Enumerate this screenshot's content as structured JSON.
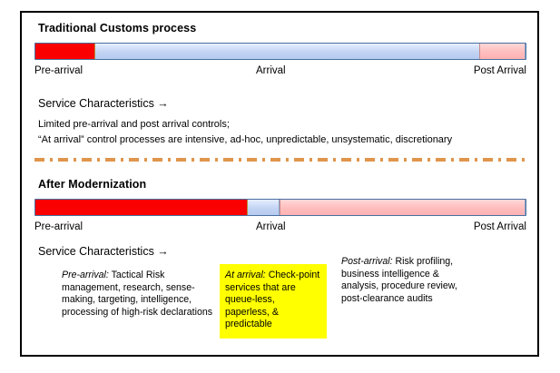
{
  "slide": {
    "sections": [
      {
        "id": "traditional",
        "title": "Traditional Customs process",
        "bar": {
          "segments": [
            {
              "name": "pre-arrival",
              "color": "#fb0000",
              "percent": 12.2
            },
            {
              "name": "arrival",
              "color": "#c3d4f3",
              "percent": 78.3
            },
            {
              "name": "post-arrival",
              "color": "#ffbdbd",
              "percent": 9.5
            }
          ]
        },
        "axis": {
          "pre_arrival": "Pre-arrival",
          "arrival": "Arrival",
          "post_arrival": "Post Arrival"
        },
        "characteristics_heading": "Service Characteristics →",
        "characteristics_lines": [
          "Limited pre-arrival and post arrival controls;",
          "“At arrival” control processes are intensive, ad-hoc, unpredictable, unsystematic, discretionary"
        ]
      },
      {
        "id": "modernized",
        "title": "After Modernization",
        "bar": {
          "segments": [
            {
              "name": "pre-arrival",
              "color": "#fb0000",
              "percent": 43.3
            },
            {
              "name": "arrival",
              "color": "#c3d4f3",
              "percent": 6.5
            },
            {
              "name": "post-arrival",
              "color": "#ffbdbd",
              "percent": 50.2
            }
          ]
        },
        "axis": {
          "pre_arrival": "Pre-arrival",
          "arrival": "Arrival",
          "post_arrival": "Post Arrival"
        },
        "characteristics_heading": "Service Characteristics →",
        "columns": [
          {
            "id": "pre-arrival",
            "label": "Pre-arrival:",
            "text": " Tactical Risk management, research, sense-making, targeting, intelligence, processing of high-risk declarations",
            "highlight": false
          },
          {
            "id": "at-arrival",
            "label": "At arrival:",
            "text": " Check-point services that are queue-less, paperless, & predictable",
            "highlight": true,
            "highlight_color": "#ffff00"
          },
          {
            "id": "post-arrival",
            "label": "Post-arrival:",
            "text": " Risk profiling, business intelligence & analysis, procedure review, post-clearance audits",
            "highlight": false
          }
        ]
      }
    ],
    "divider": {
      "name": "dashed-divider",
      "color": "#e0954c",
      "style": "dash-dot"
    },
    "border_color": "#000000"
  }
}
